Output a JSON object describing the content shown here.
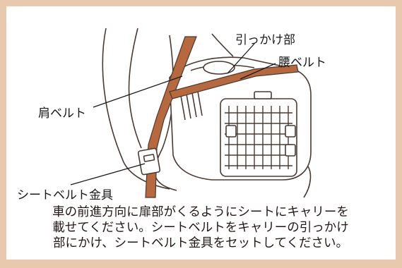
{
  "labels": {
    "hook": "引っかけ部",
    "lap_belt": "腰ベルト",
    "shoulder_belt": "肩ベルト",
    "buckle": "シートベルト金具"
  },
  "caption": [
    "車の前進方向に扉部がくるようにシートにキャリーを",
    "載せてください。シートベルトをキャリーの引っかけ",
    "部にかけ、シートベルト金具をセットしてください。"
  ],
  "colors": {
    "frame": "#e9c9ad",
    "belt": "#b7683c",
    "line": "#4a3a33"
  }
}
